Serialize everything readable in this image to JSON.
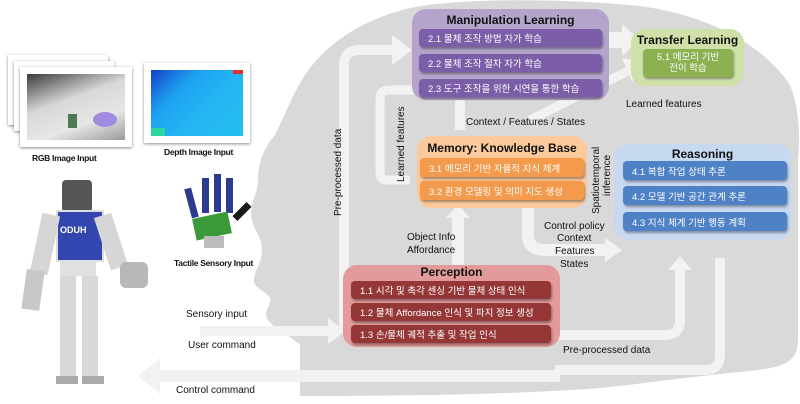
{
  "colors": {
    "head": "#d9d9d9",
    "arrow": "#f2f2f2",
    "manipulation_group": "#b4a4cc",
    "manipulation_item": "#7b5ea7",
    "transfer_group": "#cfe0a9",
    "transfer_item": "#8bb151",
    "memory_group": "#fbc99b",
    "memory_item": "#f39a4c",
    "reasoning_group": "#c6d9f1",
    "reasoning_item": "#4f81c7",
    "perception_group": "#e39a9a",
    "perception_item": "#953737"
  },
  "inputs": {
    "rgb_caption": "RGB Image Input",
    "depth_caption": "Depth Image Input",
    "tactile_caption": "Tactile Sensory Input",
    "robot_label": "ODUH"
  },
  "groups": {
    "manipulation": {
      "title": "Manipulation Learning",
      "items": [
        "2.1 물체 조작 방법 자가 학습",
        "2.2 물체 조작 절차 자가 학습",
        "2.3 도구 조작을 위한 시연을 통한 학습"
      ]
    },
    "transfer": {
      "title": "Transfer Learning",
      "items": [
        "5.1 메모리 기반",
        "전이 학습"
      ]
    },
    "memory": {
      "title": "Memory: Knowledge Base",
      "items": [
        "3.1 메모리 기반 자율적 지식 체계",
        "3.2 환경 모델링 및 의미 지도 생성"
      ]
    },
    "reasoning": {
      "title": "Reasoning",
      "items": [
        "4.1 복합 작업 상태 추론",
        "4.2 모델 기반 공간 관계 추론",
        "4.3 지식 체계 기반 행동 계획"
      ]
    },
    "perception": {
      "title": "Perception",
      "items": [
        "1.1 시각 및 촉각 센싱 기반 물체 상태 인식",
        "1.2 물체 Affordance 인식 및 파지 정보 생성",
        "1.3 손/물체 궤적 추출 및 작업 인식"
      ]
    }
  },
  "flow_labels": {
    "pre_processed_vertical": "Pre-processed data",
    "learned_features_vertical": "Learned features",
    "context_features_states": "Context / Features / States",
    "learned_features": "Learned features",
    "spatiotemporal": "Spatiotemporal",
    "inference": "inference",
    "object_info": "Object Info",
    "affordance": "Affordance",
    "control_policy": "Control policy",
    "context": "Context",
    "features": "Features",
    "states": "States",
    "sensory_input": "Sensory input",
    "user_command": "User command",
    "pre_processed_bottom": "Pre-processed data",
    "control_command": "Control command"
  }
}
